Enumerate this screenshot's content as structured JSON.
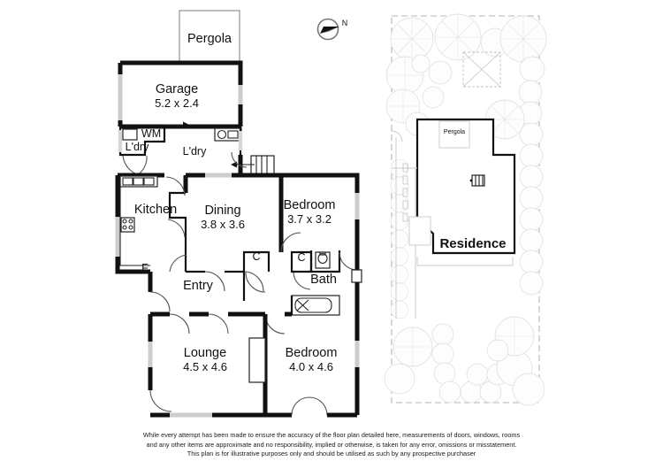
{
  "document": {
    "type": "real-estate-floor-plan",
    "title": "Floor Plan"
  },
  "compass": {
    "label": "N",
    "icon": "compass-needle-icon"
  },
  "floor_plan": {
    "rooms": [
      {
        "id": "pergola",
        "name": "Pergola",
        "dimensions": ""
      },
      {
        "id": "garage",
        "name": "Garage",
        "dimensions": "5.2 x 2.4"
      },
      {
        "id": "laundry-1",
        "name": "L'dry",
        "dimensions": ""
      },
      {
        "id": "laundry-2",
        "name": "L'dry",
        "dimensions": ""
      },
      {
        "id": "kitchen",
        "name": "Kitchen",
        "dimensions": ""
      },
      {
        "id": "dining",
        "name": "Dining",
        "dimensions": "3.8 x 3.6"
      },
      {
        "id": "bedroom-rear",
        "name": "Bedroom",
        "dimensions": "3.7 x 3.2"
      },
      {
        "id": "entry",
        "name": "Entry",
        "dimensions": ""
      },
      {
        "id": "bath",
        "name": "Bath",
        "dimensions": ""
      },
      {
        "id": "lounge",
        "name": "Lounge",
        "dimensions": "4.5 x 4.6"
      },
      {
        "id": "bedroom-front",
        "name": "Bedroom",
        "dimensions": "4.0 x 4.6"
      }
    ],
    "annotations": [
      {
        "id": "washing-machine",
        "label": "WM",
        "meaning": "washing machine"
      },
      {
        "id": "fridge",
        "label": "F",
        "meaning": "fridge"
      },
      {
        "id": "cupboard-1",
        "label": "C",
        "meaning": "cupboard"
      },
      {
        "id": "cupboard-2",
        "label": "C",
        "meaning": "cupboard"
      }
    ],
    "fixtures": [
      "kitchen-sink-icon",
      "cooktop-icon",
      "laundry-trough-icon",
      "laundry-sink-icon",
      "toilet-icon",
      "bathtub-icon",
      "stairs-icon"
    ]
  },
  "site_plan": {
    "residence_label": "Residence",
    "pergola_label": "Pergola",
    "features": [
      "tree-canopy",
      "shrub-border",
      "driveway",
      "boundary-line"
    ]
  },
  "disclaimer": {
    "line1": "While every attempt has been made to ensure the accuracy of the floor plan detailed here, measurements of doors, windows, rooms",
    "line2": "and any other items are approximate and no responsibility, implied or otherwise, is taken for any error, omissions or misstatement.",
    "line3": "This plan is for illustrative purposes only and should be utilised as such by any prospective purchaser"
  },
  "colors": {
    "wall": "#111111",
    "window": "#cdcdcd",
    "background": "#ffffff",
    "site_line": "#b4b4b4",
    "tree": "#dcdcdc"
  }
}
